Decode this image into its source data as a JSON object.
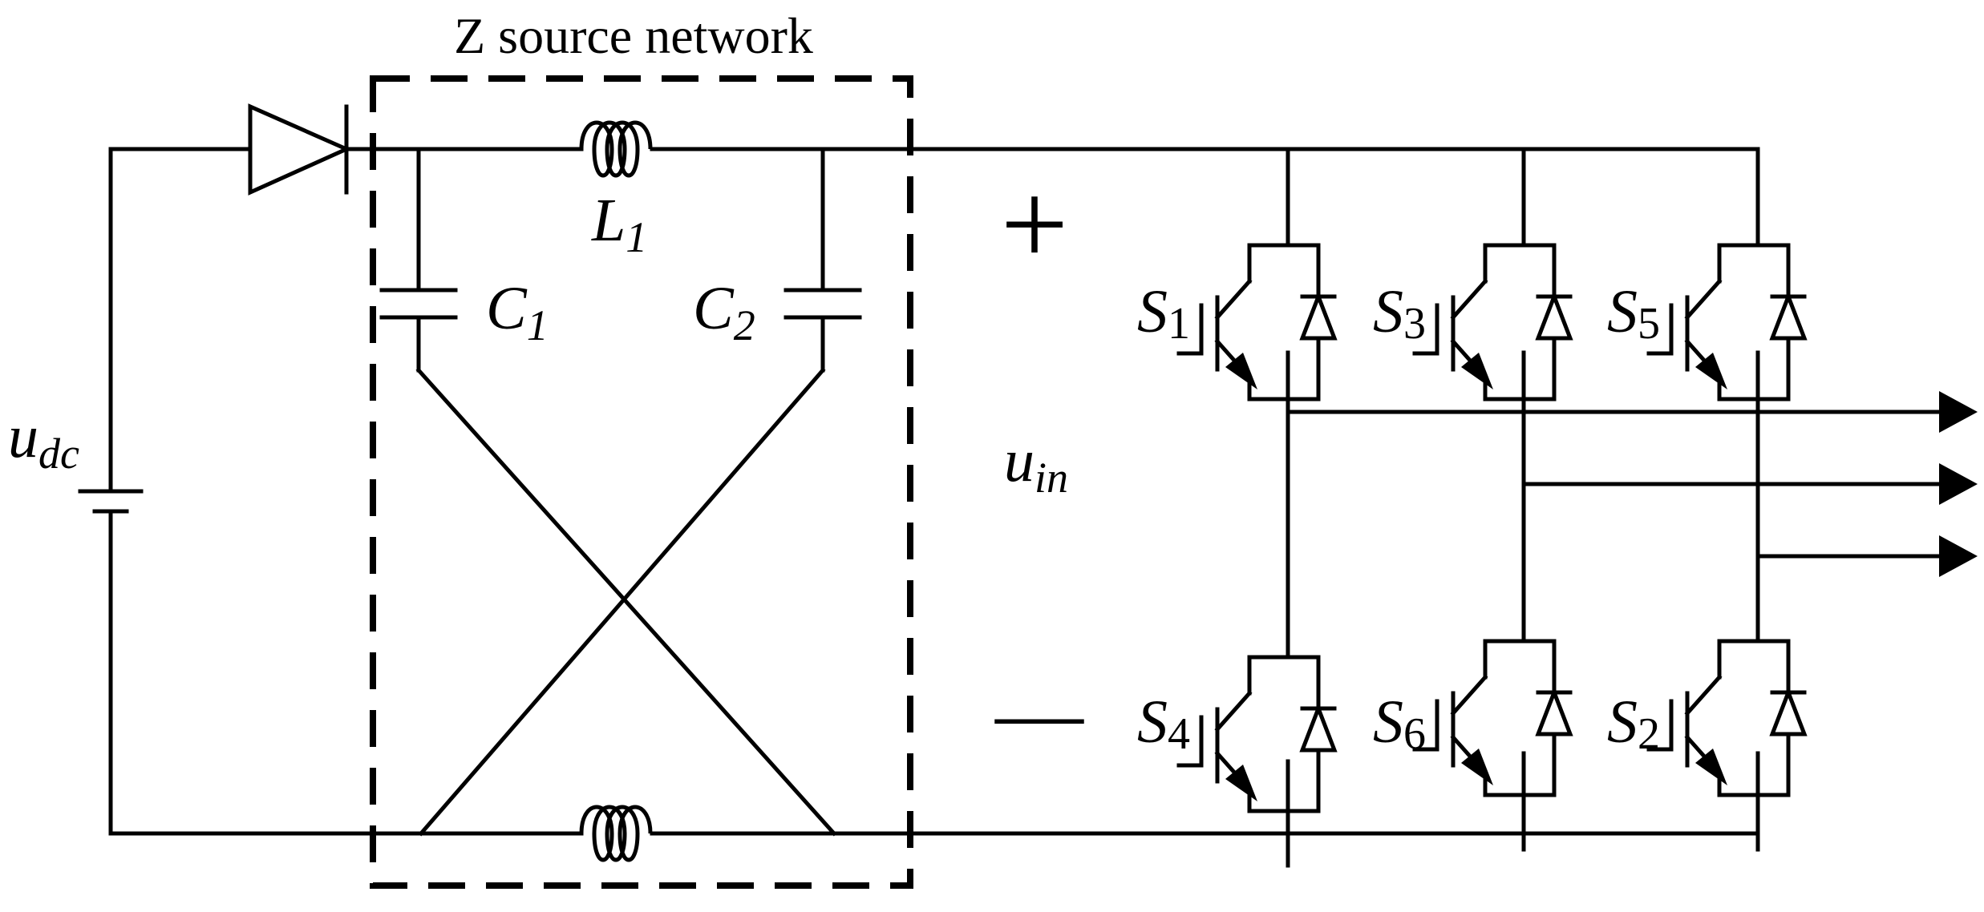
{
  "title": "Z source network",
  "labels": {
    "source": {
      "main": "u",
      "sub": "dc"
    },
    "input_voltage": {
      "main": "u",
      "sub": "in"
    },
    "plus": "+",
    "minus": "—",
    "L1": {
      "main": "L",
      "sub": "1"
    },
    "C1": {
      "main": "C",
      "sub": "1"
    },
    "C2": {
      "main": "C",
      "sub": "2"
    }
  },
  "switches": [
    {
      "main": "S",
      "sub": "1"
    },
    {
      "main": "S",
      "sub": "3"
    },
    {
      "main": "S",
      "sub": "5"
    },
    {
      "main": "S",
      "sub": "4"
    },
    {
      "main": "S",
      "sub": "6"
    },
    {
      "main": "S",
      "sub": "2"
    }
  ]
}
